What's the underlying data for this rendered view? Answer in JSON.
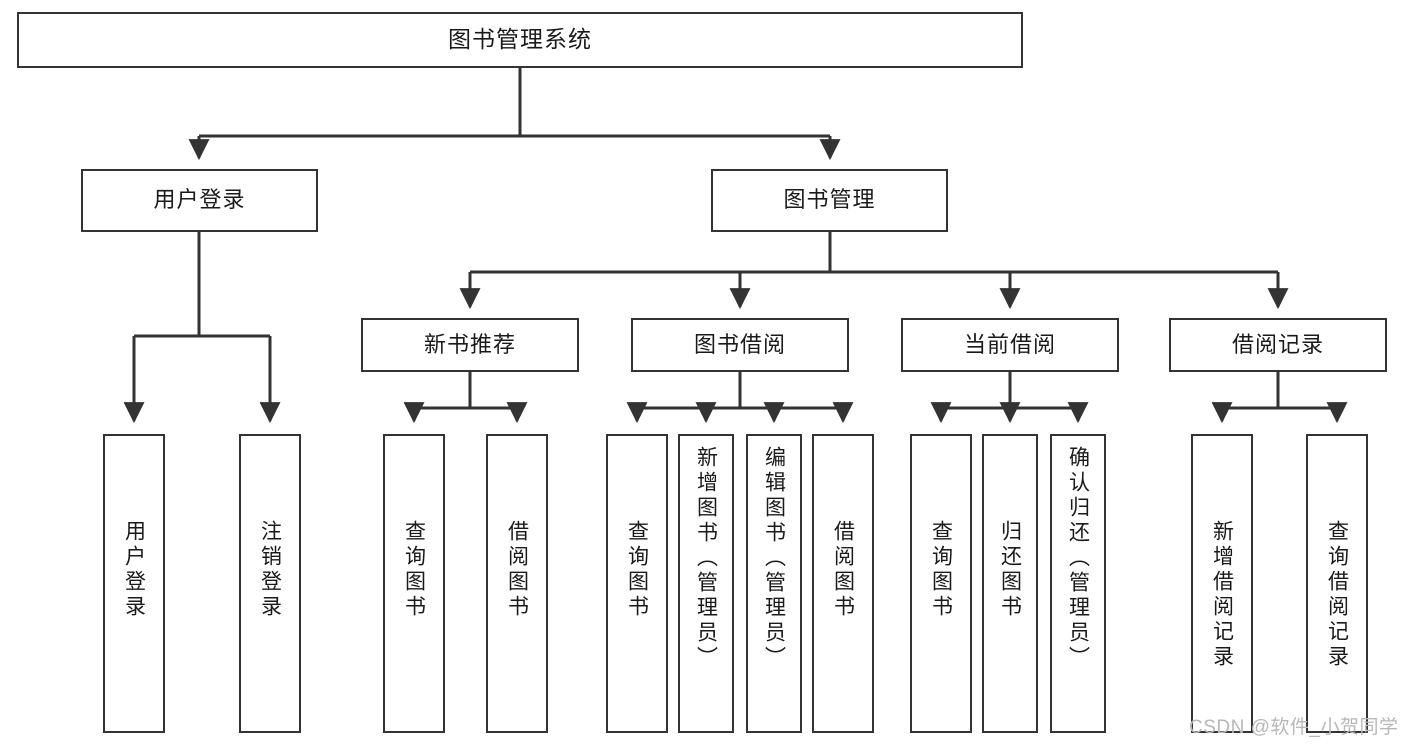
{
  "diagram": {
    "title": "图书管理系统",
    "type": "tree-hierarchy-diagram",
    "watermark": "CSDN @软件_小贺同学",
    "colors": {
      "background": "#ffffff",
      "box_border": "#333333",
      "box_fill": "#ffffff",
      "text": "#1a1a1a",
      "connector": "#333333",
      "watermark": "#b8b8b8"
    },
    "root": {
      "label": "图书管理系统"
    },
    "level2": [
      {
        "label": "用户登录"
      },
      {
        "label": "图书管理"
      }
    ],
    "level3": [
      {
        "label": "新书推荐"
      },
      {
        "label": "图书借阅"
      },
      {
        "label": "当前借阅"
      },
      {
        "label": "借阅记录"
      }
    ],
    "leaves": [
      {
        "label": "用户登录",
        "parent": "用户登录"
      },
      {
        "label": "注销登录",
        "parent": "用户登录"
      },
      {
        "label": "查询图书",
        "parent": "新书推荐"
      },
      {
        "label": "借阅图书",
        "parent": "新书推荐"
      },
      {
        "label": "查询图书",
        "parent": "图书借阅"
      },
      {
        "label": "新增图书（管理员）",
        "parent": "图书借阅"
      },
      {
        "label": "编辑图书（管理员）",
        "parent": "图书借阅"
      },
      {
        "label": "借阅图书",
        "parent": "图书借阅"
      },
      {
        "label": "查询图书",
        "parent": "当前借阅"
      },
      {
        "label": "归还图书",
        "parent": "当前借阅"
      },
      {
        "label": "确认归还（管理员）",
        "parent": "当前借阅"
      },
      {
        "label": "新增借阅记录",
        "parent": "借阅记录"
      },
      {
        "label": "查询借阅记录",
        "parent": "借阅记录"
      }
    ]
  }
}
